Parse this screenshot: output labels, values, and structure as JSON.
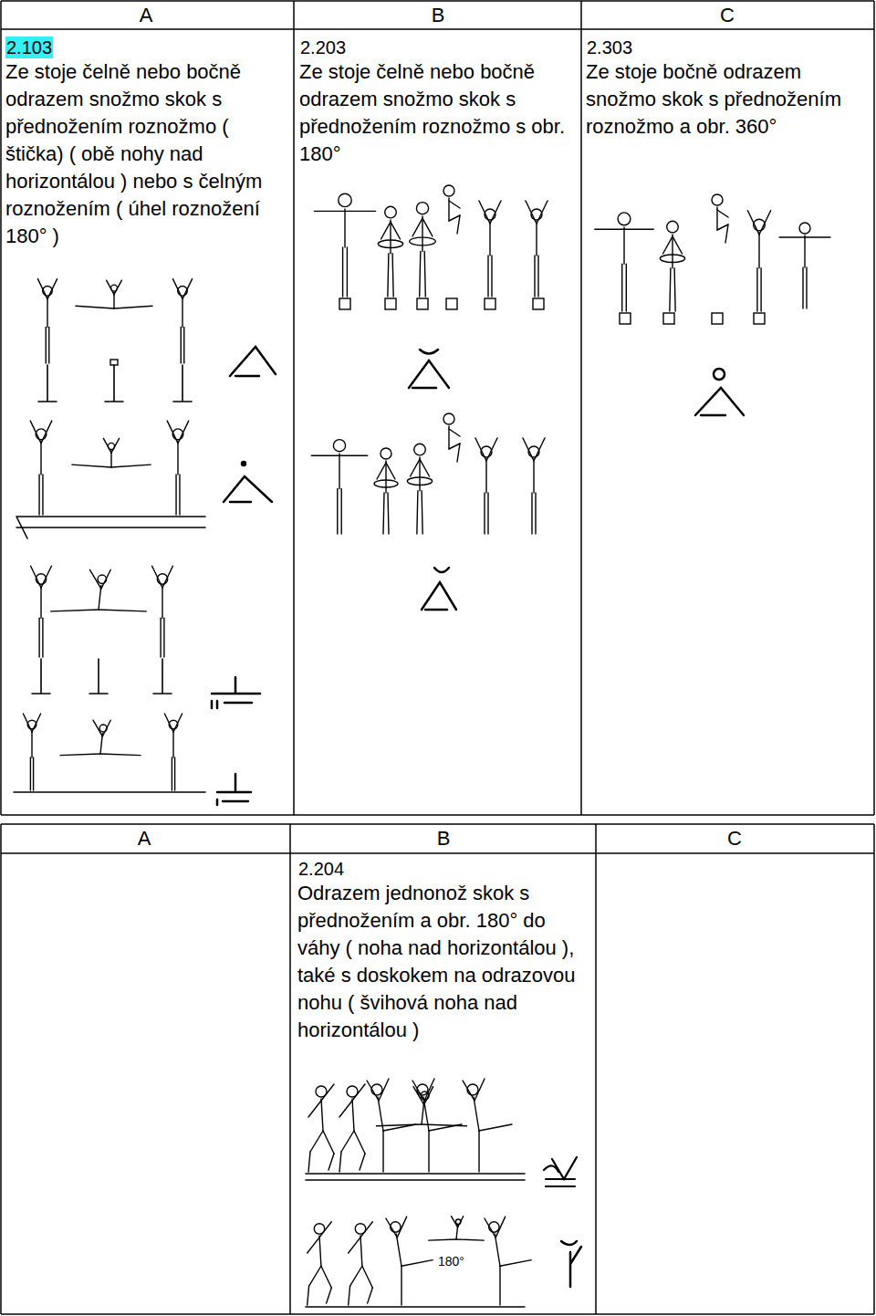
{
  "diagram": {
    "nodes": [
      {
        "text": [
          "2.103",
          "Ze stoje čelně nebo bočně odrazem snožmo skok s přednožením roznožmo ( štička) ( obě nohy nad horizontálou ) nebo s čelným roznožením ( úhel roznožení 180° )"
        ]
      },
      {
        "text": [
          "2.203",
          "Ze stoje čelně nebo bočně odrazem snožmo skok s přednožením roznožmo s obr. 180°"
        ]
      },
      {
        "text": [
          "2.303",
          "Ze stoje bočně odrazem snožmo skok s přednožením roznožmo a obr. 360°"
        ]
      },
      {
        "text": [
          "2.204",
          "Odrazem jednonož skok s přednožením a obr. 180° do váhy ( noha nad horizontálou ), také s doskokem na odrazovou nohu ( švihová noha nad horizontálou )"
        ]
      }
    ],
    "labels": [
      "A",
      "B",
      "C",
      "A",
      "B",
      "C",
      "180°"
    ]
  }
}
